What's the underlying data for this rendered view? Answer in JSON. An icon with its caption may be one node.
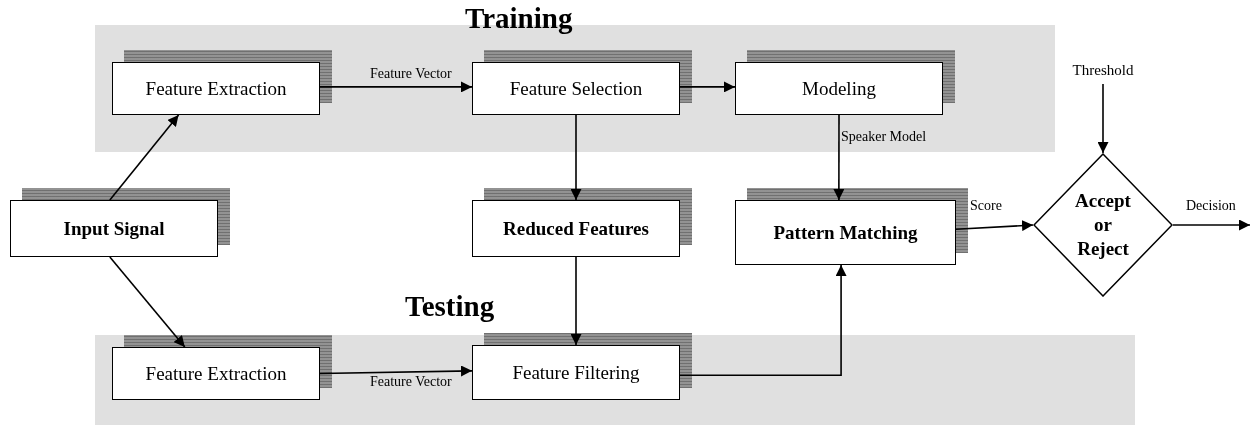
{
  "diagram": {
    "nodes": [
      {
        "text": [
          "Training"
        ]
      },
      {
        "text": [
          "Feature Extraction"
        ],
        "in": 0
      },
      {
        "text": [
          "Feature Selection"
        ],
        "in": 0
      },
      {
        "text": [
          "Modeling"
        ],
        "in": 0
      },
      {
        "text": [
          "Input Signal"
        ]
      },
      {
        "text": [
          "Reduced Features"
        ]
      },
      {
        "text": [
          "Pattern Matching"
        ]
      },
      {
        "text": [
          "Accept or Reject"
        ]
      },
      {
        "text": [
          "Threshold"
        ]
      },
      {
        "text": [
          "Testing"
        ]
      },
      {
        "text": [
          "Feature Extraction"
        ],
        "in": 9
      },
      {
        "text": [
          "Feature Filtering"
        ],
        "in": 9
      }
    ],
    "edges": [
      {
        "from": 4,
        "to": 1,
        "arrow": "to"
      },
      {
        "from": 1,
        "to": 2,
        "arrow": "to",
        "label": "Feature Vector"
      },
      {
        "from": 2,
        "to": 3,
        "arrow": "to"
      },
      {
        "from": 2,
        "to": 5,
        "arrow": "to"
      },
      {
        "from": 3,
        "to": 6,
        "arrow": "to",
        "label": "Speaker Model"
      },
      {
        "from": 6,
        "to": 7,
        "arrow": "to",
        "label": "Score"
      },
      {
        "from": 8,
        "to": 7,
        "arrow": "to"
      },
      {
        "from": 7,
        "to": null,
        "arrow": "to",
        "label": "Decision"
      },
      {
        "from": 4,
        "to": 10,
        "arrow": "to"
      },
      {
        "from": 10,
        "to": 11,
        "arrow": "to",
        "label": "Feature Vector"
      },
      {
        "from": 5,
        "to": 11,
        "arrow": "to"
      },
      {
        "from": 11,
        "to": 6,
        "arrow": "to"
      }
    ]
  }
}
